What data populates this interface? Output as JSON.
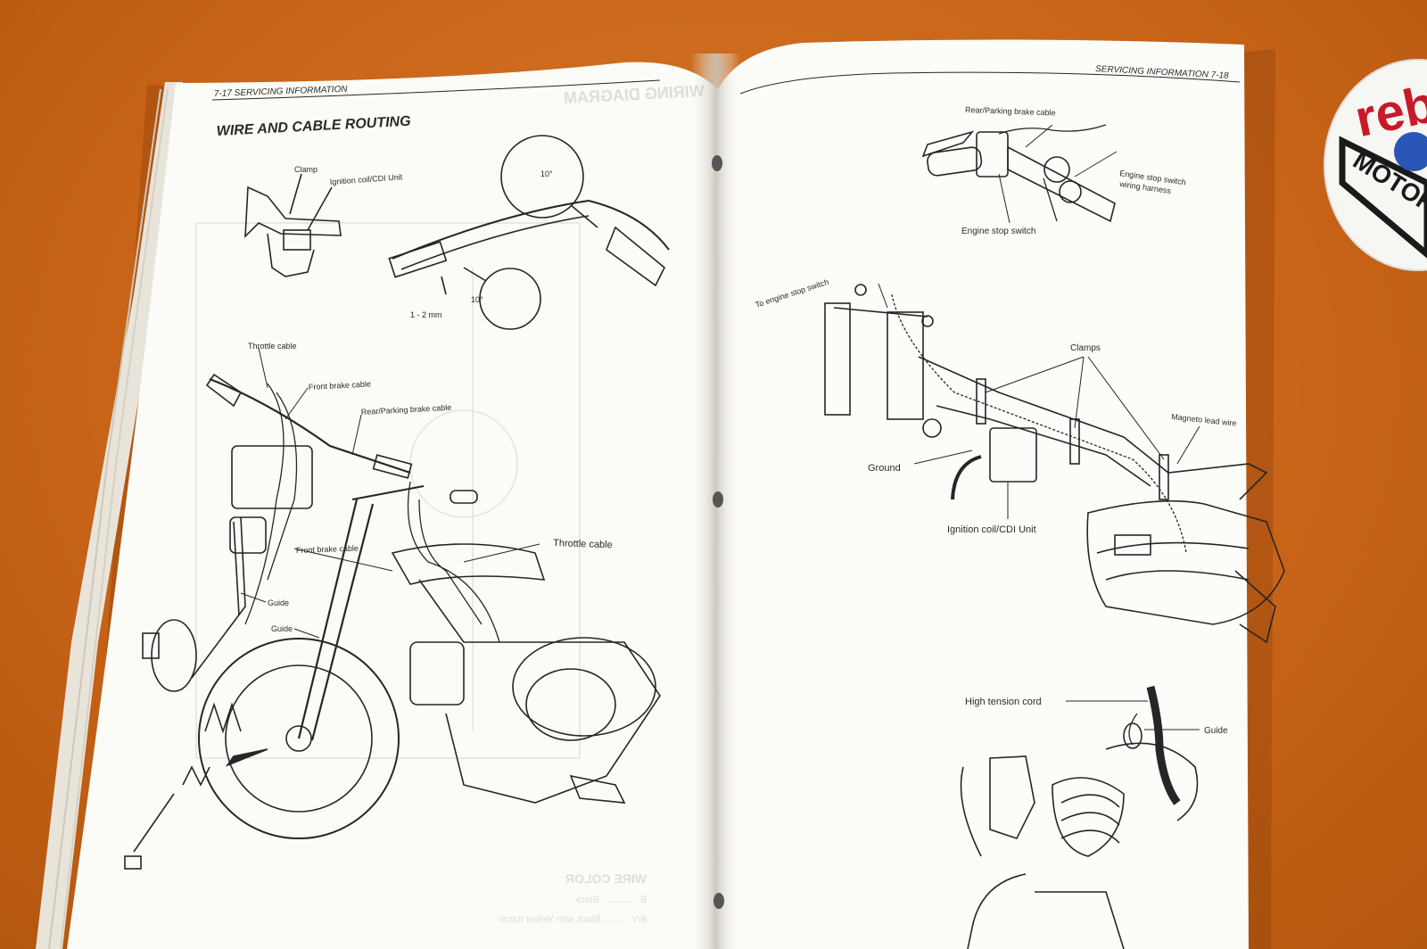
{
  "left_page": {
    "header": "7-17   SERVICING INFORMATION",
    "title": "WIRE AND CABLE ROUTING",
    "labels": {
      "clamp": "Clamp",
      "ignition_coil": "Ignition coil/CDI Unit",
      "angle_top": "10°",
      "angle_bottom": "10°",
      "gap": "1 - 2 mm",
      "throttle_cable_top": "Throttle cable",
      "front_brake_cable_top": "Front brake cable",
      "rear_parking_brake_cable": "Rear/Parking brake cable",
      "front_brake_cable_mid": "Front brake cable",
      "throttle_cable_mid": "Throttle cable",
      "guide_1": "Guide",
      "guide_2": "Guide"
    },
    "showthrough": {
      "wiring_diagram": "WIRING DIAGRAM",
      "wire_color": "WIRE COLOR",
      "wire_b": "B ............. Black",
      "wire_by": "B/Y ......... Black with Yellow tracer"
    }
  },
  "right_page": {
    "header": "SERVICING INFORMATION   7-18",
    "labels": {
      "rear_parking_brake_cable": "Rear/Parking brake cable",
      "engine_stop_harness_1": "Engine stop switch",
      "engine_stop_harness_2": "wiring harness",
      "engine_stop_switch": "Engine stop switch",
      "to_engine_stop_switch": "To engine stop switch",
      "clamps": "Clamps",
      "magneto_lead_wire": "Magneto lead wire",
      "ground": "Ground",
      "ignition_coil": "Ignition coil/CDI Unit",
      "high_tension_cord": "High tension cord",
      "guide": "Guide"
    }
  },
  "sticker": {
    "line1": "reb",
    "line2": "MOTORR",
    "colors": {
      "red": "#c8192b",
      "blue": "#2a56b8",
      "black": "#1a1a1a"
    }
  },
  "colors": {
    "table": "#c96a1c",
    "paper": "#fbfbf7",
    "ink": "#262626"
  }
}
